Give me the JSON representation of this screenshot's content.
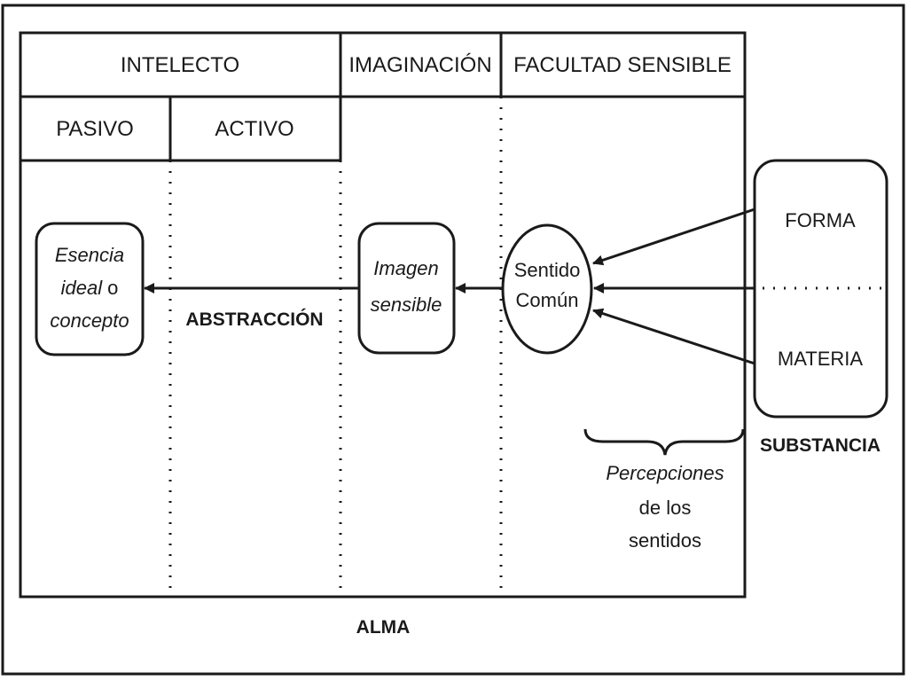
{
  "headers": {
    "intelecto": "INTELECTO",
    "imaginacion": "IMAGINACIÓN",
    "facultad_sensible": "FACULTAD SENSIBLE",
    "pasivo": "PASIVO",
    "activo": "ACTIVO"
  },
  "nodes": {
    "esencia": {
      "line1": "Esencia",
      "line2_italic": "ideal",
      "line2_regular": "o",
      "line3": "concepto"
    },
    "imagen": {
      "line1": "Imagen",
      "line2": "sensible"
    },
    "sentido": {
      "line1": "Sentido",
      "line2": "Común"
    },
    "forma": "FORMA",
    "materia": "MATERIA"
  },
  "labels": {
    "abstraccion": "ABSTRACCIÓN",
    "substancia": "SUBSTANCIA",
    "alma": "ALMA",
    "percepciones_line1": "Percepciones",
    "percepciones_line2": "de los",
    "percepciones_line3": "sentidos"
  },
  "colors": {
    "stroke": "#1a1a1a",
    "background": "#ffffff"
  }
}
